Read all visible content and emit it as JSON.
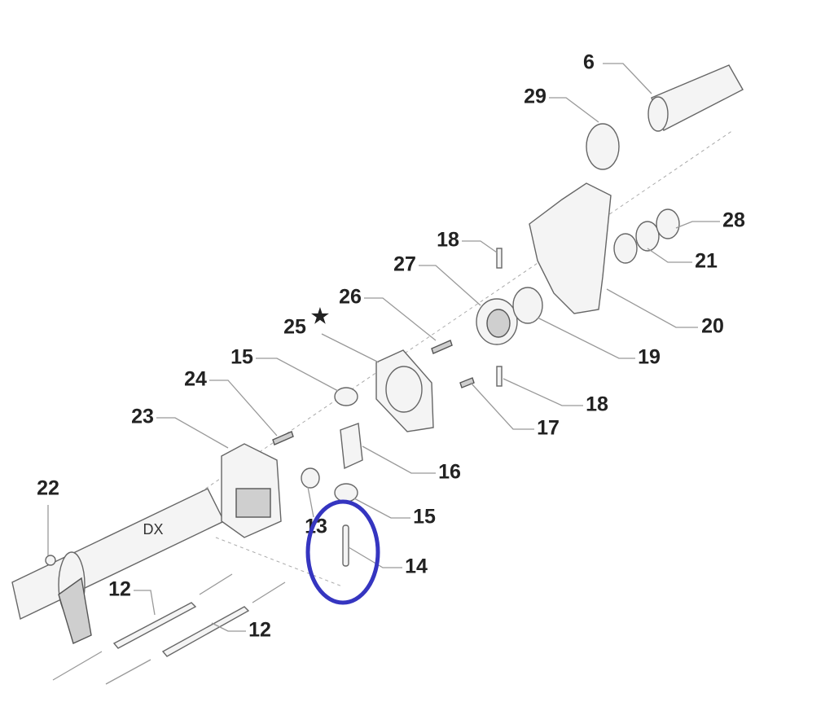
{
  "diagram": {
    "labels": {
      "p6": "6",
      "p29": "29",
      "p28": "28",
      "p21": "21",
      "p20": "20",
      "p18a": "18",
      "p27": "27",
      "p26": "26",
      "p25": "25",
      "p19": "19",
      "p18b": "18",
      "p17": "17",
      "p15a": "15",
      "p24": "24",
      "p23": "23",
      "p16": "16",
      "p22": "22",
      "p13": "13",
      "p15b": "15",
      "p14": "14",
      "p12a": "12",
      "p12b": "12"
    },
    "shaft_text": "DX",
    "star_symbol": "★",
    "highlight_color": "#3535c0"
  }
}
